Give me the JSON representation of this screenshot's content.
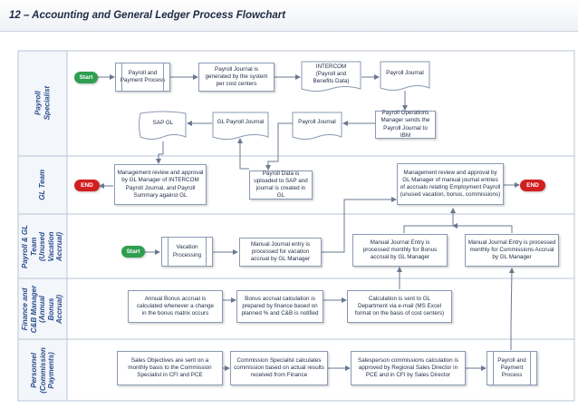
{
  "title": "12 – Accounting and General Ledger Process Flowchart",
  "colors": {
    "start": "#2e9e4f",
    "end": "#d11f1f",
    "lane_label": "#2a4c8c",
    "border": "#8a9ab4",
    "arrow": "#6a7890"
  },
  "lanes": [
    {
      "label": "Payroll Specialist"
    },
    {
      "label": "GL Team"
    },
    {
      "label": "Payroll & GL Team\n(Unused Vacation\nAccrual)"
    },
    {
      "label": "Finance and\nC&B Manager\n(Annual Bonus\nAccrual)"
    },
    {
      "label": "Personnel\n(Commission\nPayments)"
    }
  ],
  "terminals": {
    "start_payroll": "Start",
    "start_vacation": "Start",
    "end_gl_left": "END",
    "end_gl_right": "END"
  },
  "nodes": {
    "payroll_and_payment_process": "Payroll and\nPayment Process",
    "payroll_journal_generated": "Payroll Journal is\ngenerated by the system\nper cost centers",
    "intercom": "INTERCOM\n(Payroll and\nBenefits Data)",
    "payroll_journal_doc": "Payroll Journal",
    "payroll_operations_manager": "Payroll Operations\nManager sends the\nPayroll Journal to IBM",
    "payroll_journal_doc_2": "Payroll Journal",
    "gl_payroll_journal": "GL Payroll Journal",
    "sap_gl": "SAP GL",
    "management_review_intercom": "Management review and approval\nby GL Manager of INTERCOM\nPayroll Journal, and Payroll\nSummary against GL",
    "payroll_data_uploaded": "Payroll Data is\nuploaded to SAP and\njournal is created in GL",
    "management_review_manual": "Management review and approval by\nGL Manager of manual journal entries\nof accruals relating Employment Payroll\n(unused vacation, bonus, commissions)",
    "vacation_processing": "Vacation\nProcessing",
    "manual_journal_vacation": "Manual Journal entry is\nprocessed for vacation\naccrual by GL Manager",
    "manual_journal_bonus": "Manual Journal Entry is\nprocessed monthly for Bonus\naccrual by GL Manager",
    "manual_journal_commissions": "Manual Journal Entry is processed\nmonthly  for Commissions Accrual\nby GL Manager",
    "annual_bonus_accrual": "Annual Bonus accrual is\ncalculated whenever a change\nin the bonus matrix occurs",
    "bonus_accrual_calculation": "Bonus accrual calculation is\nprepared by finance based on\nplanned % and C&B is notified",
    "calculation_sent_gl": "Calculation is sent to GL\nDepartment via e-mail (MS Excel\nformat on the basis of cost centers)",
    "sales_objectives": "Sales Objectives are sent on a\nmonthly basis to the Commission\nSpecialist in CFI and PCE",
    "commission_specialist": "Commission Specialist calculates\ncommission based on actual results\nreceived from Finance",
    "salesperson_commissions": "Salesperson commissions calculation is\napproved by Regional Sales Director in\nPCE and in CFI by Sales Director",
    "payroll_payment_process_2": "Payroll and\nPayment\nProcess"
  }
}
